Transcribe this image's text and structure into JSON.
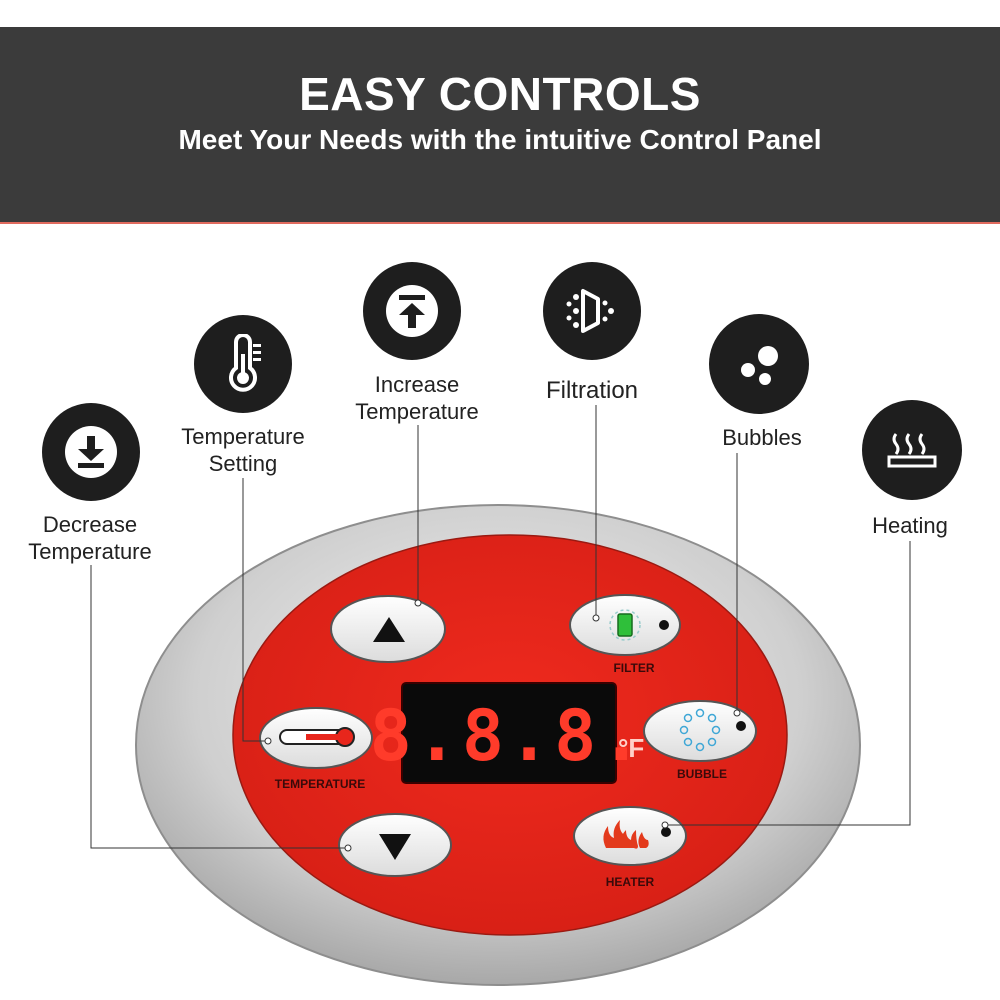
{
  "header": {
    "title": "EASY CONTROLS",
    "subtitle": "Meet Your Needs with the intuitive Control Panel"
  },
  "features": {
    "decrease": {
      "label_line1": "Decrease",
      "label_line2": "Temperature",
      "icon": "arrow-down-to-line-icon"
    },
    "temp_setting": {
      "label_line1": "Temperature",
      "label_line2": "Setting",
      "icon": "thermometer-icon"
    },
    "increase": {
      "label_line1": "Increase",
      "label_line2": "Temperature",
      "icon": "arrow-up-from-line-icon"
    },
    "filtration": {
      "label": "Filtration",
      "icon": "filtration-icon"
    },
    "bubbles": {
      "label": "Bubbles",
      "icon": "bubbles-icon"
    },
    "heating": {
      "label": "Heating",
      "icon": "heat-waves-icon"
    }
  },
  "panel": {
    "display": "8.8.8.",
    "unit": "°F",
    "labels": {
      "temperature": "TEMPERATURE",
      "filter": "FILTER",
      "bubble": "BUBBLE",
      "heater": "HEATER"
    }
  },
  "colors": {
    "header_bg": "#3b3b3b",
    "panel_red": "#e8261c",
    "panel_rim": "#c9c9c9",
    "led_red": "#ff3b2a",
    "icon_bg": "#1e1e1e"
  }
}
